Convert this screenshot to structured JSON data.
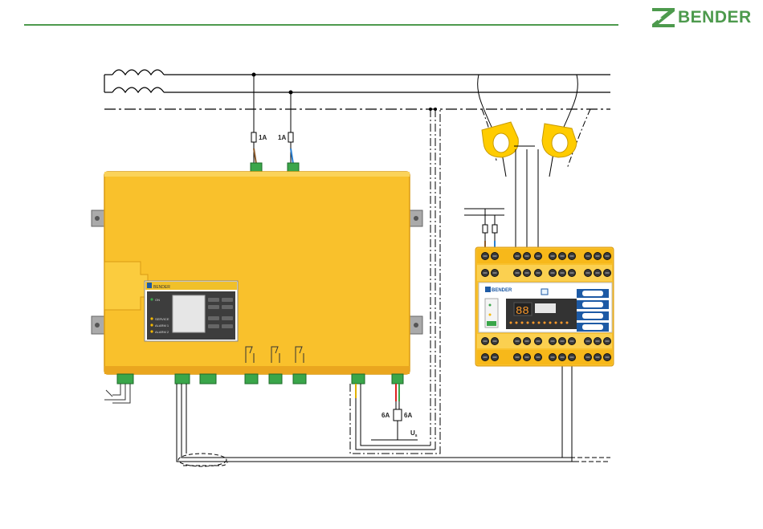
{
  "brand": {
    "name": "BENDER",
    "color": "#4d9a4d",
    "logo_icon": "bender-logo-icon"
  },
  "colors": {
    "housing": "#f9c12c",
    "housing_edge": "#e0a01a",
    "terminal": "#3aa64a",
    "ct": "#ffcc00",
    "line": "#000000"
  },
  "labels": {
    "fuse_left": "1A",
    "fuse_right": "1A",
    "fuse_6a_left": "6A",
    "fuse_6a_right": "6A",
    "supply_voltage": "U",
    "supply_sub": "s"
  },
  "device_left": {
    "panel_brand": "BENDER",
    "panel_led_on": "ON",
    "panel_led_service": "SERVICE",
    "panel_led_alarm1": "ALARM 1",
    "panel_led_alarm2": "ALARM 2"
  },
  "device_right": {
    "panel_brand": "BENDER",
    "display_value": "88"
  }
}
